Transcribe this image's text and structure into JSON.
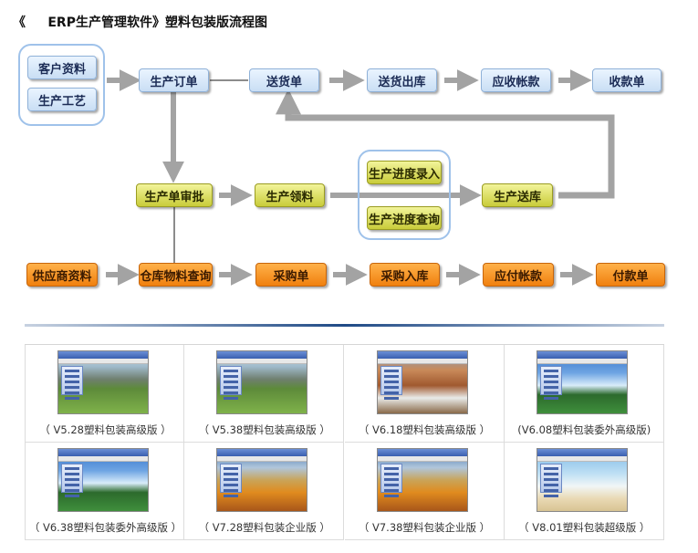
{
  "title": "《     ERP生产管理软件》塑料包装版流程图",
  "colors": {
    "blue_border": "#9fc2ea",
    "arrow": "#a3a3a3",
    "line": "#8c8c8c",
    "divider": "#1f4a86"
  },
  "nodes": {
    "customer": "客户资料",
    "process": "生产工艺",
    "order": "生产订单",
    "delivery_note": "送货单",
    "delivery_out": "送货出库",
    "receivable": "应收帐款",
    "receipt": "收款单",
    "approve": "生产单审批",
    "pick": "生产领料",
    "progress_entry": "生产进度录入",
    "progress_query": "生产进度查询",
    "stock_in": "生产送库",
    "supplier": "供应商资料",
    "inventory": "仓库物料查询",
    "purchase": "采购单",
    "purchase_in": "采购入库",
    "payable": "应付帐款",
    "payment": "付款单"
  },
  "gallery": [
    {
      "caption": "（ V5.28塑料包装高级版 ）",
      "theme": "mountain-green"
    },
    {
      "caption": "（ V5.38塑料包装高级版 ）",
      "theme": "mountain-green"
    },
    {
      "caption": "（ V6.18塑料包装高级版 ）",
      "theme": "canyon"
    },
    {
      "caption": "(V6.08塑料包装委外高级版)",
      "theme": "blue-sky"
    },
    {
      "caption": "（ V6.38塑料包装委外高级版 ）",
      "theme": "blue-sky"
    },
    {
      "caption": "（ V7.28塑料包装企业版 ）",
      "theme": "autumn"
    },
    {
      "caption": "（ V7.38塑料包装企业版 ）",
      "theme": "autumn"
    },
    {
      "caption": "（ V8.01塑料包装超级版 ）",
      "theme": "beach"
    }
  ]
}
